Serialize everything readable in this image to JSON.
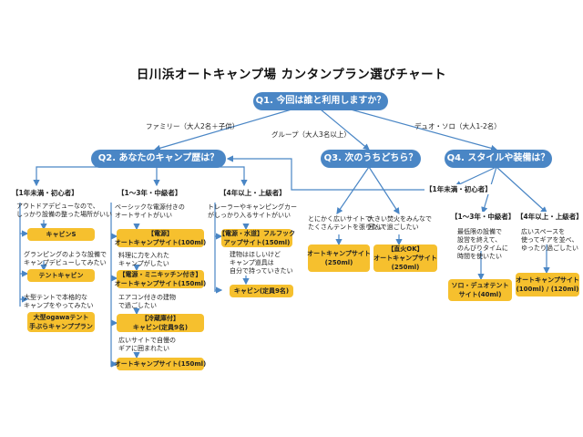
{
  "title": "日川浜オートキャンプ場 カンタンプラン選びチャート",
  "q1": "Q1. 今回は誰と利用しますか？",
  "edges": {
    "family": "ファミリー（大人2名＋子供）",
    "group": "グループ（大人3名以上）",
    "duo": "デュオ・ソロ（大人1-2名）"
  },
  "q2": "Q2. あなたのキャンプ歴は？",
  "q3": "Q3. 次のうちどちら？",
  "q4": "Q4. スタイルや装備は？",
  "q2_col1": {
    "head": "【1年未満・初心者】",
    "items": [
      {
        "text": [
          "アウトドアデビューなので、",
          "しっかり設備の整った場所がいい"
        ],
        "plan": [
          "キャビンS"
        ]
      },
      {
        "text": [
          "グランピングのような設備で",
          "キャンプデビューしてみたい"
        ],
        "plan": [
          "テントキャビン"
        ]
      },
      {
        "text": [
          "大型テントで本格的な",
          "キャンプをやってみたい"
        ],
        "plan": [
          "大型ogawaテント",
          "手ぶらキャンププラン"
        ]
      }
    ]
  },
  "q2_col2": {
    "head": "【1〜3年・中級者】",
    "items": [
      {
        "text": [
          "ベーシックな電源付きの",
          "オートサイトがいい"
        ],
        "plan": [
          "【電源】",
          "オートキャンプサイト(100ml)"
        ]
      },
      {
        "text": [
          "料理に力を入れた",
          "キャンプがしたい"
        ],
        "plan": [
          "【電源・ミニキッチン付き】",
          "オートキャンプサイト(150ml)"
        ]
      },
      {
        "text": [
          "エアコン付きの建物",
          "で過ごしたい"
        ],
        "plan": [
          "【冷蔵庫付】",
          "キャビン(定員9名)"
        ]
      },
      {
        "text": [
          "広いサイトで自慢の",
          "ギアに囲まれたい"
        ],
        "plan": [
          "オートキャンプサイト(150ml)"
        ]
      }
    ]
  },
  "q2_col3": {
    "head": "【4年以上・上級者】",
    "items": [
      {
        "text": [
          "トレーラーやキャンピングカー",
          "がしっかり入るサイトがいい"
        ],
        "plan": [
          "【電源・水道】フルフック",
          "アップサイト(150ml)"
        ]
      },
      {
        "text": [
          "建物はほしいけど",
          "キャンプ道具は",
          "自分で持っていきたい"
        ],
        "plan": [
          "キャビン(定員9名)"
        ]
      }
    ]
  },
  "q3_items": [
    {
      "text": [
        "とにかく広いサイトで",
        "たくさんテントを張りたい"
      ],
      "plan": [
        "オートキャンプサイト",
        "(250ml)"
      ]
    },
    {
      "text": [
        "大きい焚火をみんなで",
        "囲んで過ごしたい"
      ],
      "plan": [
        "【直火OK】",
        "オートキャンプサイト",
        "(250ml)"
      ]
    }
  ],
  "q4_beginner": "【1年未満・初心者】",
  "q4_col2": {
    "head": "【1〜3年・中級者】",
    "text": [
      "最低限の設備で",
      "設営を終えて、",
      "のんびりタイムに",
      "時間を使いたい"
    ],
    "plan": [
      "ソロ・デュオテント",
      "サイト(40ml)"
    ]
  },
  "q4_col3": {
    "head": "【4年以上・上級者】",
    "text": [
      "広いスペースを",
      "使ってギアを並べ、",
      "ゆったり過ごしたい"
    ],
    "plan": [
      "オートキャンプサイト",
      "(100ml) / (120ml)"
    ]
  },
  "colors": {
    "question": "#4a86c5",
    "plan": "#f6c02e",
    "line": "#4a86c5"
  }
}
